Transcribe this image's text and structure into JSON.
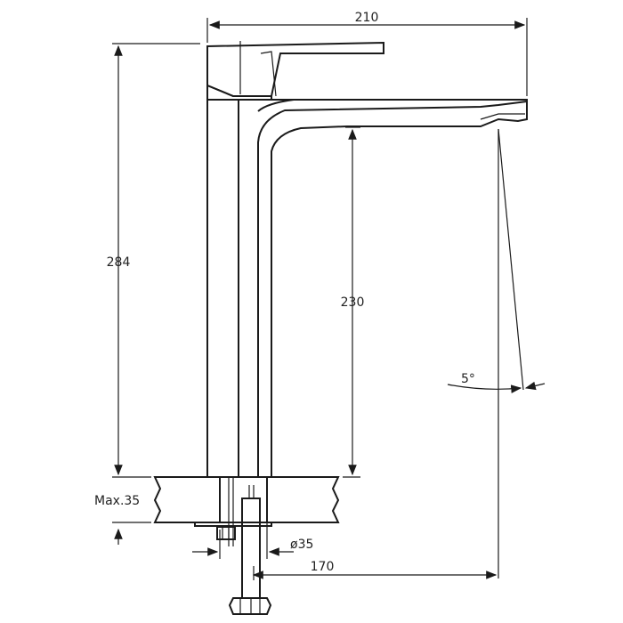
{
  "drawing": {
    "type": "faucet-technical-drawing",
    "units": "mm",
    "dimensions": {
      "overall_width": "210",
      "overall_height": "284",
      "spout_clearance": "230",
      "spout_angle": "5°",
      "max_counter_thickness": "Max.35",
      "hole_diameter": "ø35",
      "spout_reach": "170"
    }
  }
}
